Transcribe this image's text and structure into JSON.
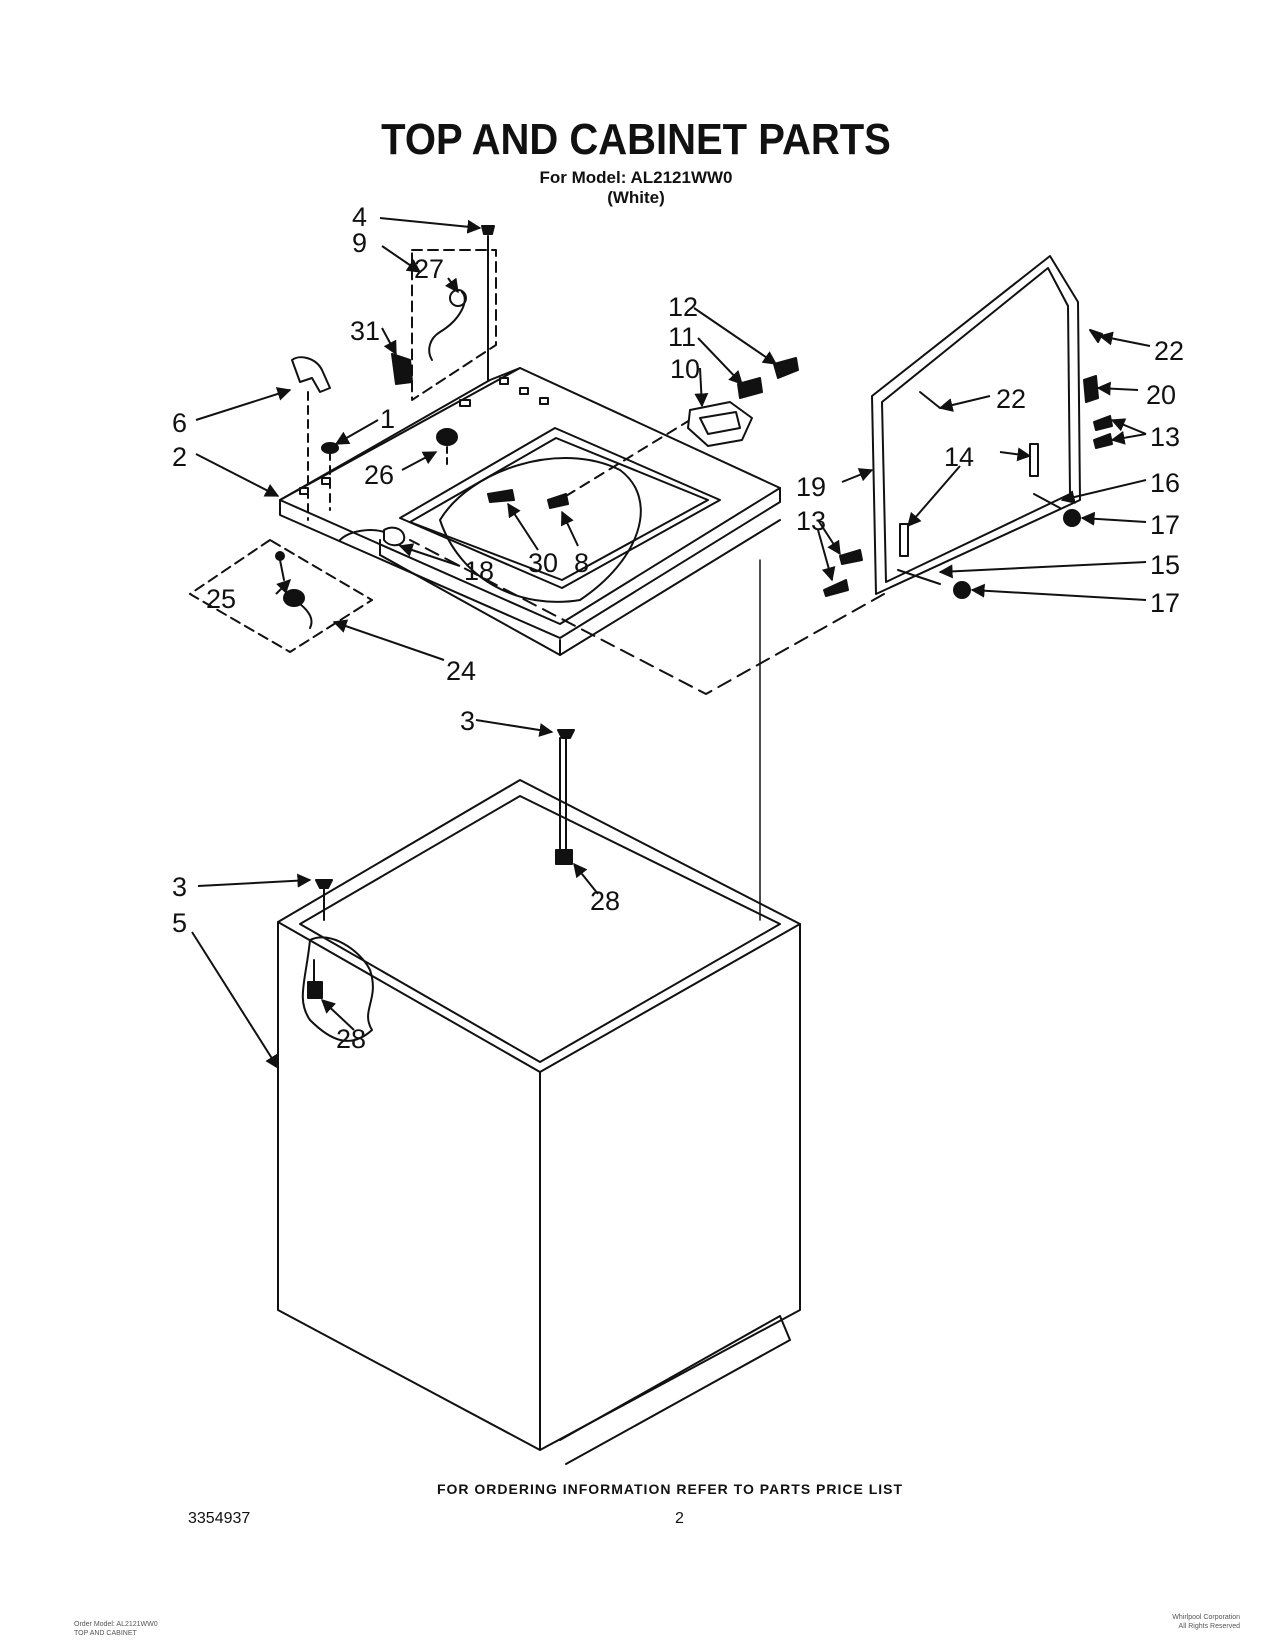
{
  "header": {
    "title": "TOP AND CABINET PARTS",
    "model_line": "For Model: AL2121WW0",
    "color_line": "(White)"
  },
  "callouts": {
    "c4": "4",
    "c9": "9",
    "c27": "27",
    "c31": "31",
    "c6": "6",
    "c1": "1",
    "c2": "2",
    "c26": "26",
    "c30": "30",
    "c8": "8",
    "c18": "18",
    "c25": "25",
    "c24": "24",
    "c12": "12",
    "c11": "11",
    "c10": "10",
    "c22a": "22",
    "c22b": "22",
    "c20": "20",
    "c13a": "13",
    "c14": "14",
    "c16": "16",
    "c19": "19",
    "c17a": "17",
    "c13b": "13",
    "c15": "15",
    "c17b": "17",
    "c3a": "3",
    "c28a": "28",
    "c3b": "3",
    "c5": "5",
    "c28b": "28"
  },
  "footer": {
    "ordering": "FOR ORDERING INFORMATION REFER TO PARTS PRICE LIST",
    "doc_number": "3354937",
    "page": "2",
    "small_left_1": "Order Model: AL2121WW0",
    "small_left_2": "TOP AND CABINET",
    "small_right_1": "Whirlpool Corporation",
    "small_right_2": "All Rights Reserved"
  }
}
